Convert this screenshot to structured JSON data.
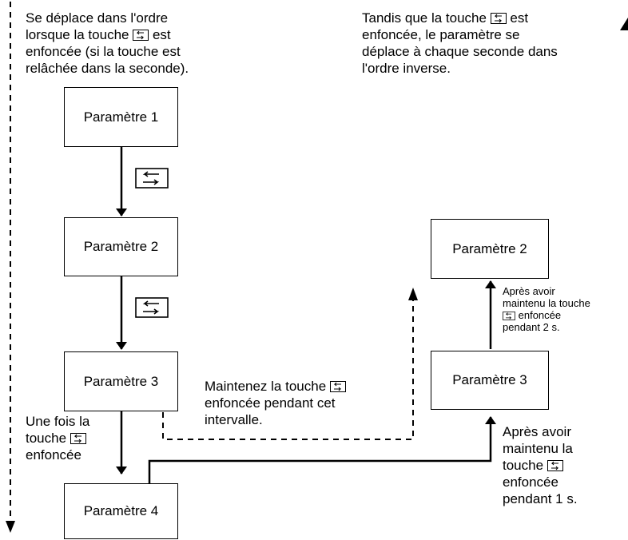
{
  "notes": {
    "forward": {
      "line1": "Se déplace dans l'ordre",
      "line2_a": "lorsque la touche",
      "line2_b": "est",
      "line3": "enfoncée (si la touche est",
      "line4": "relâchée dans la seconde)."
    },
    "reverse": {
      "line1_a": "Tandis que la touche",
      "line1_b": "est",
      "line2": "enfoncée, le paramètre se",
      "line3": "déplace à chaque seconde dans",
      "line4": "l'ordre inverse."
    },
    "hold": {
      "line1": "Maintenez la touche",
      "line2": "enfoncée pendant cet",
      "line3": "intervalle."
    },
    "once_pressed": {
      "line1": "Une fois la",
      "line2": "touche",
      "line3": "enfoncée"
    },
    "after_1s": {
      "line1": "Après avoir",
      "line2": "maintenu la",
      "line3": "touche",
      "line4": "enfoncée",
      "line5": "pendant 1 s."
    },
    "after_2s": {
      "line1": "Après avoir",
      "line2": "maintenu la touche",
      "line3": "enfoncée",
      "line4": "pendant 2 s."
    }
  },
  "boxes": {
    "p1": "Paramètre 1",
    "p2": "Paramètre 2",
    "p3": "Paramètre 3",
    "p4": "Paramètre 4",
    "right_p2": "Paramètre 2",
    "right_p3": "Paramètre 3"
  },
  "key_icon": "mode-key-icon"
}
